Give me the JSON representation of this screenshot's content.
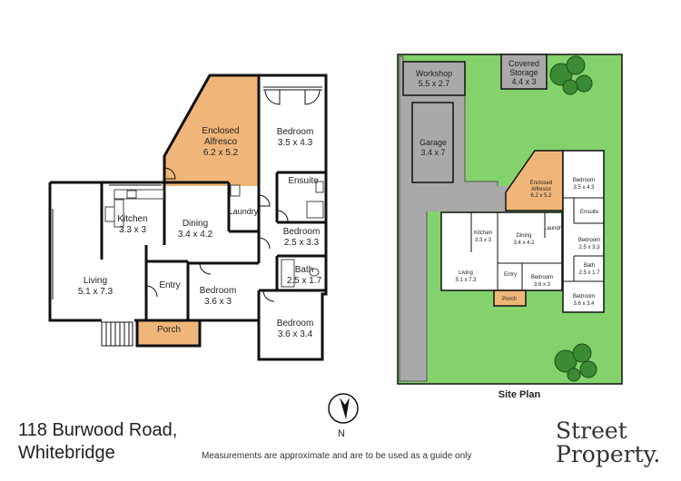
{
  "address": {
    "line1": "118 Burwood Road,",
    "line2": "Whitebridge"
  },
  "disclaimer": "Measurements are approximate and are to be used as a guide only",
  "brand": {
    "line1": "Street",
    "line2": "Property."
  },
  "compass": {
    "label": "N"
  },
  "colors": {
    "alfresco": "#f0b679",
    "lawn": "#83d26c",
    "driveway": "#a9a9a9",
    "walls": "#111111",
    "tree": "#2f7a2a"
  },
  "floor_plan": {
    "rooms": [
      {
        "name": "Enclosed",
        "name2": "Alfresco",
        "size": "6.2 x 5.2"
      },
      {
        "name": "Bedroom",
        "size": "3.5 x 4.3"
      },
      {
        "name": "Ensuite"
      },
      {
        "name": "Kitchen",
        "size": "3.3 x 3"
      },
      {
        "name": "Dining",
        "size": "3.4 x 4.2"
      },
      {
        "name": "Laundry"
      },
      {
        "name": "Bedroom",
        "size": "2.5 x 3.3"
      },
      {
        "name": "Living",
        "size": "5.1 x 7.3"
      },
      {
        "name": "Bath",
        "size": "2.5 x 1.7"
      },
      {
        "name": "Entry"
      },
      {
        "name": "Bedroom",
        "size": "3.6 x 3"
      },
      {
        "name": "Porch"
      },
      {
        "name": "Bedroom",
        "size": "3.6 x 3.4"
      }
    ]
  },
  "site_plan": {
    "title": "Site Plan",
    "structures": [
      {
        "name": "Workshop",
        "size": "5.5 x 2.7"
      },
      {
        "name": "Covered",
        "name2": "Storage",
        "size": "4.4 x 3"
      },
      {
        "name": "Garage",
        "size": "3.4 x 7"
      }
    ],
    "rooms": [
      {
        "name": "Enclosed",
        "name2": "Alfresco",
        "size": "6.2 x 5.2"
      },
      {
        "name": "Bedroom",
        "size": "3.5 x 4.3"
      },
      {
        "name": "Ensuite"
      },
      {
        "name": "Kitchen",
        "size": "3.3 x 3"
      },
      {
        "name": "Dining",
        "size": "3.4 x 4.2"
      },
      {
        "name": "Laundry"
      },
      {
        "name": "Bedroom",
        "size": "2.5 x 3.3"
      },
      {
        "name": "Bath",
        "size": "2.5 x 1.7"
      },
      {
        "name": "Living",
        "size": "5.1 x 7.3"
      },
      {
        "name": "Entry"
      },
      {
        "name": "Bedroom",
        "size": "3.6 x 3"
      },
      {
        "name": "Bedroom",
        "size": "3.6 x 3.4"
      },
      {
        "name": "Porch"
      }
    ]
  }
}
